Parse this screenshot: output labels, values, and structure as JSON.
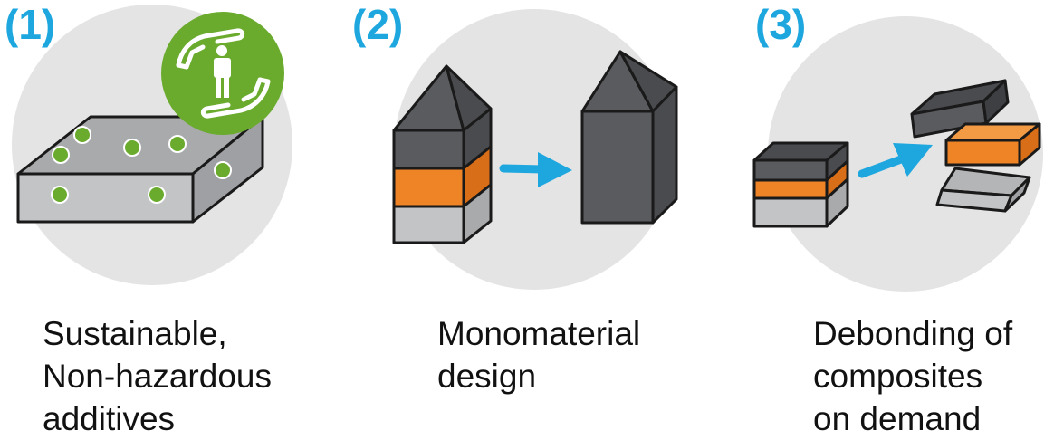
{
  "panels": [
    {
      "number": "(1)",
      "caption": [
        "Sustainable,",
        "Non-hazardous",
        "additives"
      ],
      "badge_icon": "human-protection-icon"
    },
    {
      "number": "(2)",
      "caption": [
        "Monomaterial",
        "design"
      ]
    },
    {
      "number": "(3)",
      "caption": [
        "Debonding of",
        "composites",
        "on demand"
      ]
    }
  ],
  "colors": {
    "accent_blue": "#1ea7df",
    "eco_green": "#6aab2e",
    "dark_gray": "#5a5b5e",
    "light_gray": "#c3c4c6",
    "orange": "#ef8426",
    "backdrop": "#e4e4e4"
  }
}
